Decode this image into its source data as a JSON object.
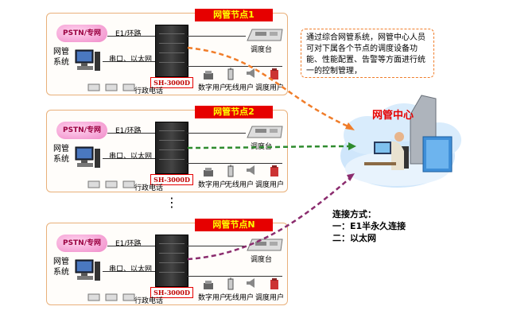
{
  "info_text": "通过综合网管系统，网管中心人员可对下属各个节点的调度设备功能、性能配置、告警等方面进行统一的控制管理，",
  "center_title": "网管中心",
  "connection": {
    "title": "连接方式：",
    "option1": "一：E1半永久连接",
    "option2": "二：以太网"
  },
  "ellipsis": "⋮",
  "nodes": [
    {
      "title": "网管节点1",
      "pstn": "PSTN/专网",
      "e1": "E1/环路",
      "mgmt": "网管\n系统",
      "serial": "串口、以太网",
      "device": "SH-3000D",
      "dispatch": "调度台",
      "digital": "数字用户",
      "wireless": "无线用户",
      "dispatch_user": "调度用户",
      "admin_phone": "行政电话"
    },
    {
      "title": "网管节点2",
      "pstn": "PSTN/专网",
      "e1": "E1/环路",
      "mgmt": "网管\n系统",
      "serial": "串口、以太网",
      "device": "SH-3000D",
      "dispatch": "调度台",
      "digital": "数字用户",
      "wireless": "无线用户",
      "dispatch_user": "调度用户",
      "admin_phone": "行政电话"
    },
    {
      "title": "网管节点N",
      "pstn": "PSTN/专网",
      "e1": "E1/环路",
      "mgmt": "网管\n系统",
      "serial": "串口、以太网",
      "device": "SH-3000D",
      "dispatch": "调度台",
      "digital": "数字用户",
      "wireless": "无线用户",
      "dispatch_user": "调度用户",
      "admin_phone": "行政电话"
    }
  ],
  "colors": {
    "node_title_bg": "#e60000",
    "node_title_text": "#ffff00",
    "link_node1": "#f07d2a",
    "link_node2": "#2e8b2e",
    "link_nodeN": "#8b2c6e",
    "center_title": "#e60000"
  }
}
